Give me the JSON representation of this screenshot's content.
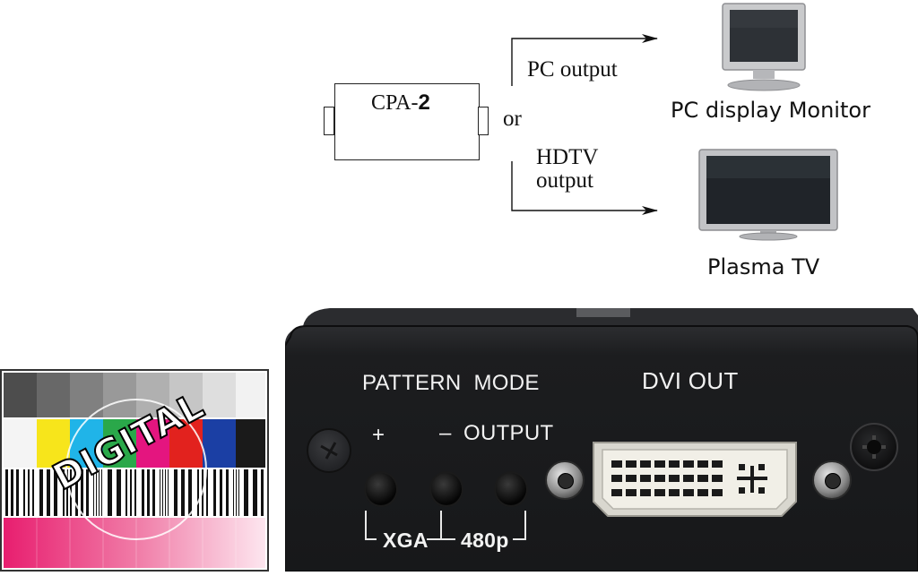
{
  "diagram": {
    "device_label_prefix": "CPA-",
    "device_label_number": "2",
    "or_label": "or",
    "pc_output_label": "PC output",
    "hdtv_output_line1": "HDTV",
    "hdtv_output_line2": "output",
    "pc_monitor_label": "PC display Monitor",
    "plasma_tv_label": "Plasma TV"
  },
  "device_panel": {
    "pattern_mode_label": "PATTERN  MODE",
    "dvi_out_label": "DVI OUT",
    "plus_label": "+",
    "minus_label": "–",
    "output_label": "OUTPUT",
    "xga_label": "XGA",
    "p480_label": "480p"
  },
  "test_pattern": {
    "overlay_text": "DIGITAL"
  },
  "colors": {
    "device_body": "#1e1f21",
    "device_text": "#f2f2f2",
    "pattern_magenta": "#e61e6e"
  }
}
